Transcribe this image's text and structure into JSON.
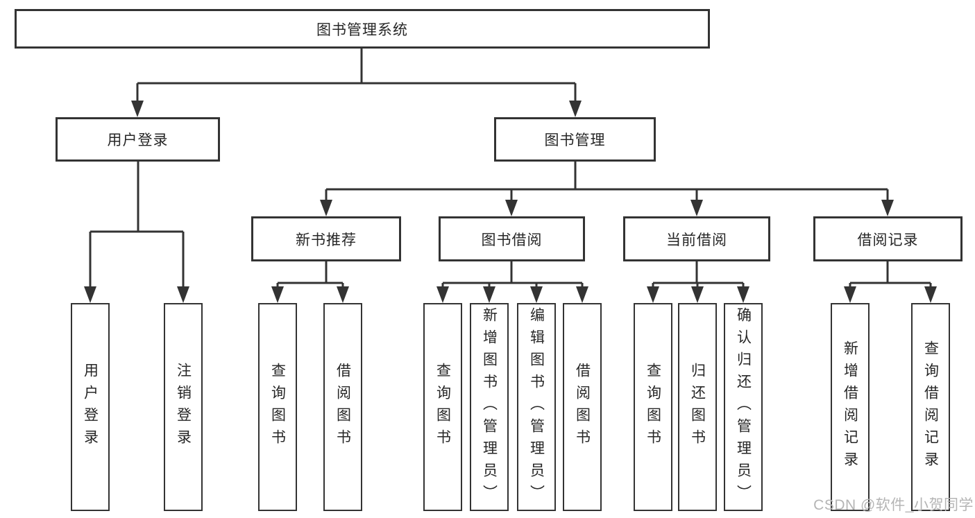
{
  "tree": {
    "root": {
      "label": "图书管理系统"
    },
    "branches": [
      {
        "label": "用户登录",
        "children": [
          {
            "label": "用户登录"
          },
          {
            "label": "注销登录"
          }
        ]
      },
      {
        "label": "图书管理",
        "children": [
          {
            "label": "新书推荐",
            "children": [
              {
                "label": "查询图书"
              },
              {
                "label": "借阅图书"
              }
            ]
          },
          {
            "label": "图书借阅",
            "children": [
              {
                "label": "查询图书"
              },
              {
                "label": "新增图书（管理员）"
              },
              {
                "label": "编辑图书（管理员）"
              },
              {
                "label": "借阅图书"
              }
            ]
          },
          {
            "label": "当前借阅",
            "children": [
              {
                "label": "查询图书"
              },
              {
                "label": "归还图书"
              },
              {
                "label": "确认归还（管理员）"
              }
            ]
          },
          {
            "label": "借阅记录",
            "children": [
              {
                "label": "新增借阅记录"
              },
              {
                "label": "查询借阅记录"
              }
            ]
          }
        ]
      }
    ]
  },
  "watermark": {
    "text": "CSDN @软件_小贺同学"
  },
  "colors": {
    "line": "#333333",
    "text": "#262626",
    "background": "#ffffff",
    "watermark_text": "#b5b5b5"
  }
}
